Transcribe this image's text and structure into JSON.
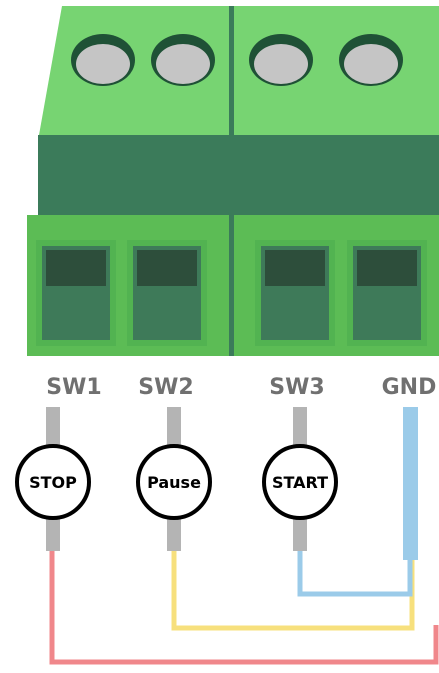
{
  "terminals": [
    {
      "label": "SW1",
      "button_label": "STOP"
    },
    {
      "label": "SW2",
      "button_label": "Pause"
    },
    {
      "label": "SW3",
      "button_label": "START"
    },
    {
      "label": "GND"
    }
  ],
  "colors": {
    "block_top": "#77d472",
    "block_top_dark": "#52b351",
    "block_mid": "#3b7b5a",
    "block_front": "#5cbc55",
    "slot_inner": "#3e7a59",
    "slot_dark": "#2d4e3b",
    "screw_hole": "#1f5136",
    "screw": "#c5c5c5",
    "pin_gray": "#b4b4b4",
    "wire_red": "#f0878b",
    "wire_yellow": "#f7e07d",
    "wire_blue": "#9bcbe9",
    "label_gray": "#707070"
  }
}
